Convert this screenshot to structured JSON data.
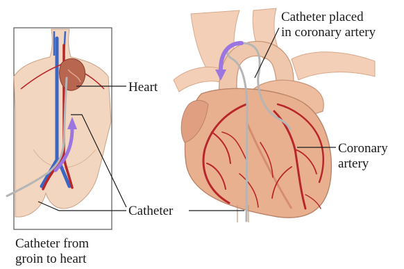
{
  "labels": {
    "heart": "Heart",
    "catheter": "Catheter",
    "catheter_placed": "Catheter placed\nin coronary artery",
    "coronary_artery": "Coronary\nartery",
    "groin_caption": "Catheter from\ngroin to heart"
  },
  "colors": {
    "skin": "#f3d6bf",
    "skin_outline": "#c9a287",
    "heart_tissue": "#e9b08f",
    "heart_shade": "#d98f74",
    "artery_red": "#b8262a",
    "vein_blue": "#3d66c2",
    "arrow_purple": "#9b76e0",
    "catheter_gray": "#b5b5b5",
    "leader_line": "#1a1a1a"
  }
}
